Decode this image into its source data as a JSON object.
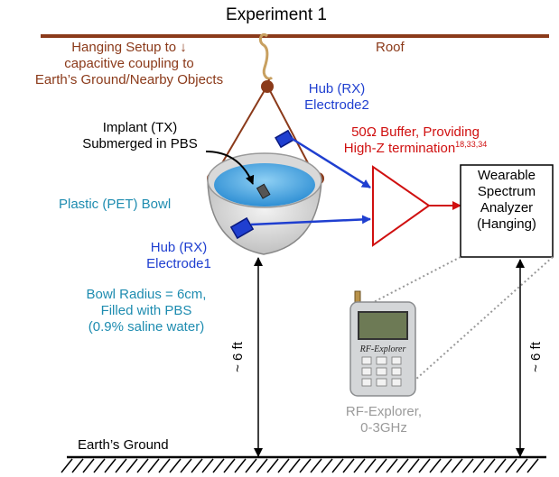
{
  "title": "Experiment 1",
  "roof": "Roof",
  "hanging_setup": {
    "line1": "Hanging Setup to ↓",
    "line2": "capacitive coupling to",
    "line3": "Earth’s Ground/Nearby Objects"
  },
  "implant": {
    "line1": "Implant (TX)",
    "line2": "Submerged in PBS"
  },
  "bowl_label": "Plastic (PET) Bowl",
  "hub_electrode2": {
    "line1": "Hub (RX)",
    "line2": "Electrode2"
  },
  "hub_electrode1": {
    "line1": "Hub (RX)",
    "line2": "Electrode1"
  },
  "buffer": {
    "line1": "50Ω Buffer, Providing",
    "line2": "High-Z termination",
    "refs": "18,33,34"
  },
  "wearable": {
    "line1": "Wearable",
    "line2": "Spectrum",
    "line3": "Analyzer",
    "line4": "(Hanging)"
  },
  "bowl_specs": {
    "line1": "Bowl Radius = 6cm,",
    "line2": "Filled with PBS",
    "line3": "(0.9% saline water)"
  },
  "height_left": "~ 6 ft",
  "height_right": "~ 6 ft",
  "device": {
    "brand": "RF-Explorer",
    "label1": "RF-Explorer,",
    "label2": "0-3GHz"
  },
  "ground": "Earth’s Ground",
  "colors": {
    "brown": "#8B3A1A",
    "blue": "#1F3FD0",
    "teal": "#1E8CB0",
    "red": "#D01010",
    "gray": "#9A9A9A",
    "water": "#3FA0E0"
  }
}
